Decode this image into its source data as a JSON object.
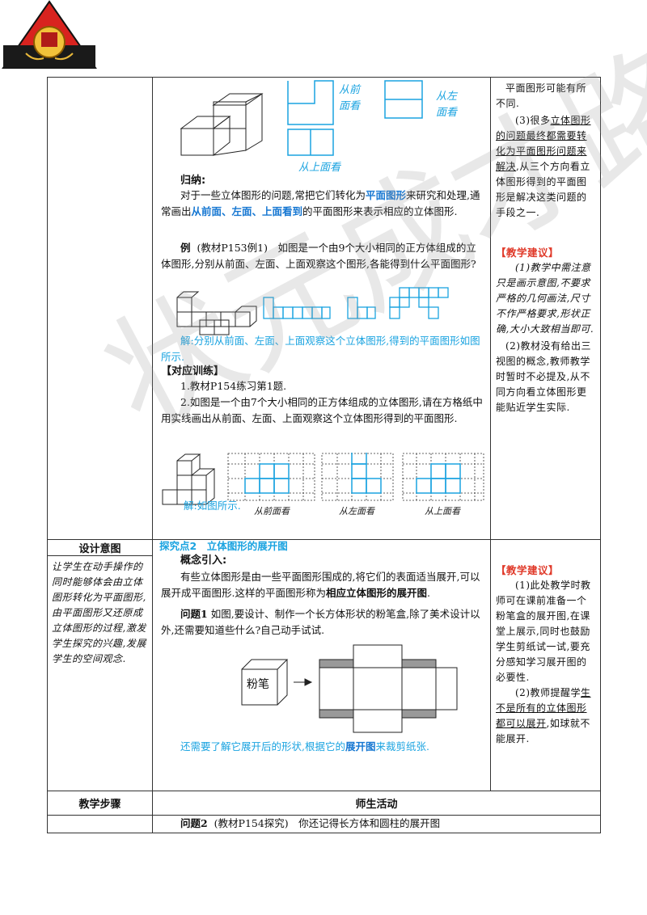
{
  "colors": {
    "accent_blue": "#1677d2",
    "cyan": "#1aa3e0",
    "red": "#e03a2a",
    "logo_red": "#d8231f"
  },
  "figure1": {
    "front_label": "从前\n面看",
    "left_label": "从左\n面看",
    "top_label": "从上面看"
  },
  "summary": {
    "heading": "归纳:",
    "text_a": "对于一些立体图形的问题,常把它们转化为",
    "text_b": "平面图形",
    "text_c": "来研究和处理,通常画出",
    "text_d": "从前面、左面、上面看到",
    "text_e": "的平面图形来表示相应的立体图形."
  },
  "example": {
    "label": "例",
    "text": "(教材P153例1)　如图是一个由9个大小相同的正方体组成的立体图形,分别从前面、左面、上面观察这个图形,各能得到什么平面图形?",
    "answer": "解:分别从前面、左面、上面观察这个立体图形,得到的平面图形如图所示."
  },
  "training": {
    "heading": "【对应训练】",
    "item1": "1.教材P154练习第1题.",
    "item2": "2.如图是一个由7个大小相同的正方体组成的立体图形,请在方格纸中用实线画出从前面、左面、上面观察这个立体图形得到的平面图形.",
    "answer": "解:如图所示.",
    "captions": [
      "从前面看",
      "从左面看",
      "从上面看"
    ]
  },
  "right_top": {
    "line1": "平面图形可能有所不同.",
    "item3_a": "(3)很多",
    "item3_b": "立体图形的问题最终都需要转化为平面图形问题来解决",
    "item3_c": ",从三个方向看立体图形得到的平面图形是解决这类问题的手段之一.",
    "suggest_title": "【教学建议】",
    "s1": "(1)教学中需注意只是画示意图,不要求严格的几何画法,尺寸不作严格要求,形状正确,大小大致相当即可.",
    "s2": "(2)教材没有给出三视图的概念,教师教学时暂时不必提及,从不同方向看立体图形更能贴近学生实际."
  },
  "design_intent": {
    "label": "设计意图",
    "text": "让学生在动手操作的同时能够体会由立体图形转化为平面图形,由平面图形又还原成立体图形的过程,激发学生探究的兴趣,发展学生的空间观念."
  },
  "explore2": {
    "title": "探究点2　立体图形的展开图",
    "concept_label": "概念引入:",
    "concept_a": "有些立体图形是由一些平面图形围成的,将它们的表面适当展开,可以展开成平面图形.这样的平面图形称为",
    "concept_b": "相应立体图形的展开图",
    "concept_c": ".",
    "q1_label": "问题1",
    "q1_text": "如图,要设计、制作一个长方体形状的粉笔盒,除了美术设计以外,还需要知道些什么?自己动手试试.",
    "box_label": "粉笔",
    "answer_a": "还需要了解它展开后的形状,根据它的",
    "answer_b": "展开图",
    "answer_c": "来裁剪纸张."
  },
  "right_mid": {
    "suggest_title": "【教学建议】",
    "s1": "(1)此处教学时教师可在课前准备一个粉笔盒的展开图,在课堂上展示,同时也鼓励学生剪纸试一试,要充分感知学习展开图的必要性.",
    "s2_a": "(2)教师提醒学",
    "s2_b": "生不是所有的立体图形都可以展开",
    "s2_c": ",如球就不能展开."
  },
  "footer_row": {
    "steps": "教学步骤",
    "activity": "师生活动"
  },
  "last_row": {
    "q2_label": "问题2",
    "q2_text": "(教材P154探究)　你还记得长方体和圆柱的展开图"
  },
  "watermark": "状元成才路"
}
